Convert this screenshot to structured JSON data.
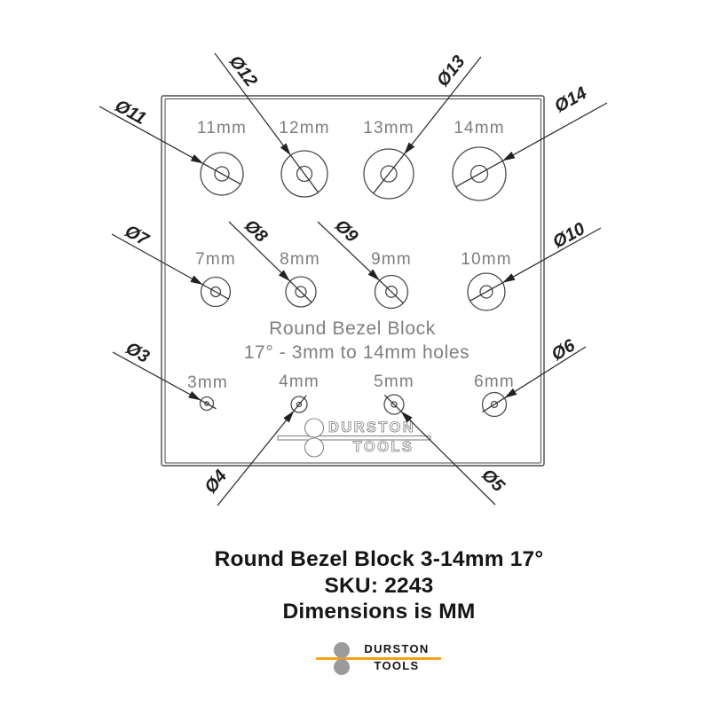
{
  "diagram": {
    "engraving": {
      "title": "Round Bezel Block",
      "subtitle": "17° - 3mm to 14mm holes",
      "brand_top": "DURSTON",
      "brand_bottom": "TOOLS"
    },
    "holes": [
      {
        "label": "11mm",
        "callout": "Ø11"
      },
      {
        "label": "12mm",
        "callout": "Ø12"
      },
      {
        "label": "13mm",
        "callout": "Ø13"
      },
      {
        "label": "14mm",
        "callout": "Ø14"
      },
      {
        "label": "7mm",
        "callout": "Ø7"
      },
      {
        "label": "8mm",
        "callout": "Ø8"
      },
      {
        "label": "9mm",
        "callout": "Ø9"
      },
      {
        "label": "10mm",
        "callout": "Ø10"
      },
      {
        "label": "3mm",
        "callout": "Ø3"
      },
      {
        "label": "4mm",
        "callout": "Ø4"
      },
      {
        "label": "5mm",
        "callout": "Ø5"
      },
      {
        "label": "6mm",
        "callout": "Ø6"
      }
    ]
  },
  "caption": {
    "title": "Round Bezel Block 3-14mm 17°",
    "sku": "SKU: 2243",
    "dimensions_note": "Dimensions is MM"
  },
  "footer_logo": {
    "brand_top": "DURSTON",
    "brand_bottom": "TOOLS",
    "accent_color": "#F7A21C",
    "roll_color": "#9B9B9B"
  }
}
